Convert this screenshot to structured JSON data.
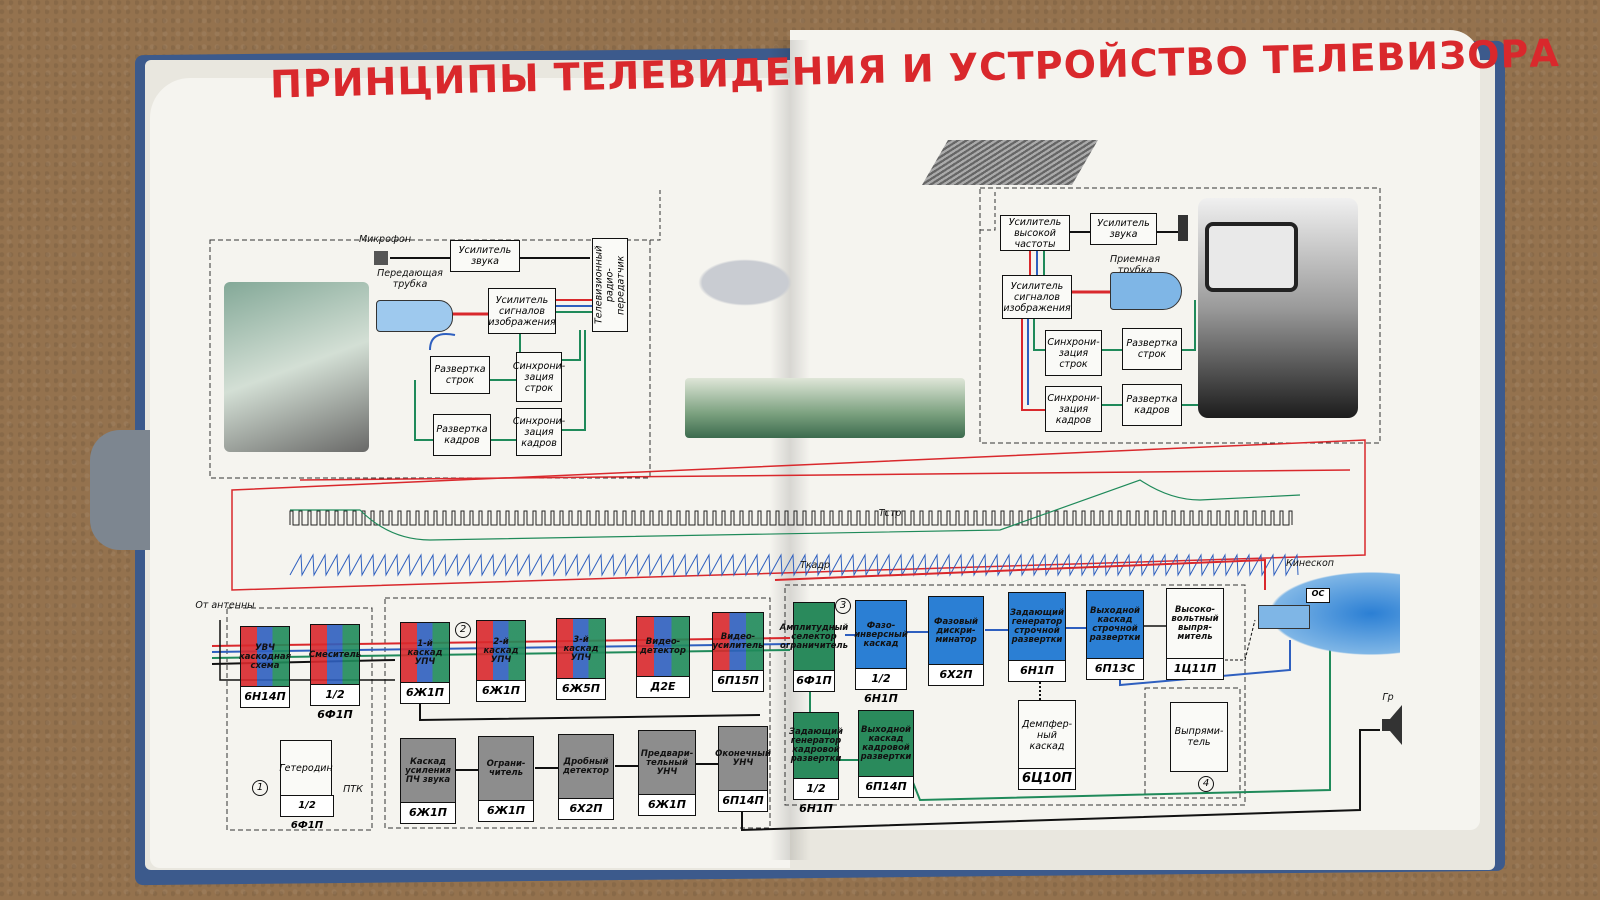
{
  "title": "ПРИНЦИПЫ ТЕЛЕВИДЕНИЯ И УСТРОЙСТВО ТЕЛЕВИЗОРА",
  "colors": {
    "red": "#d9282c",
    "blue": "#2e5fbf",
    "green": "#1f8a5a",
    "block_blue": "#2b7fd4",
    "block_green": "#2a8a5c",
    "block_gray": "#8d8d8d"
  },
  "transmitter": {
    "microphone": "Микрофон",
    "sound_amp": "Усилитель звука",
    "camera_tube": "Передающая трубка",
    "video_amp": "Усилитель сигналов изображения",
    "radio_tx": "Телевизионный радио-передатчик",
    "line_scan": "Развертка строк",
    "line_sync": "Синхрони-зация строк",
    "frame_scan": "Развертка кадров",
    "frame_sync": "Синхрони-зация кадров"
  },
  "receiver": {
    "hf_amp": "Усилитель высокой частоты",
    "sound_amp": "Усилитель звука",
    "video_amp": "Усилитель сигналов изображения",
    "picture_tube": "Приемная трубка",
    "line_sync": "Синхрони-зация строк",
    "line_scan": "Развертка строк",
    "frame_sync": "Синхрони-зация кадров",
    "frame_scan": "Развертка кадров"
  },
  "signal_labels": {
    "t_str": "Тстр",
    "t_kadr": "Ткадр"
  },
  "schematic": {
    "antenna_in": "От антенны",
    "kinescope": "Кинескоп",
    "speaker": "Гр",
    "os_label": "ОС",
    "ptk": "ПТК",
    "heterodyne": "Гетеродин",
    "heterodyne_tube": "1/2 6Ф1П",
    "top_stages": [
      {
        "name": "УВЧ каскодная схема",
        "tube": "6Н14П"
      },
      {
        "name": "Смеситель",
        "tube": "1/2 6Ф1П"
      },
      {
        "name": "1-й каскад УПЧ",
        "tube": "6Ж1П"
      },
      {
        "name": "2-й каскад УПЧ",
        "tube": "6Ж1П"
      },
      {
        "name": "3-й каскад УПЧ",
        "tube": "6Ж5П"
      },
      {
        "name": "Видео-детектор",
        "tube": "Д2Е"
      },
      {
        "name": "Видео-усилитель",
        "tube": "6П15П"
      }
    ],
    "sync_stages": [
      {
        "name": "Амплитудный селектор ограничитель",
        "tube": "6Ф1П"
      },
      {
        "name": "Фазо-инверсный каскад",
        "tube": "1/2 6Н1П"
      },
      {
        "name": "Фазовый дискри-минатор",
        "tube": "6Х2П"
      },
      {
        "name": "Задающий генератор строчной развертки",
        "tube": "6Н1П"
      },
      {
        "name": "Выходной каскад строчной развертки",
        "tube": "6П13С"
      },
      {
        "name": "Высоко-вольтный выпря-митель",
        "tube": "1Ц11П"
      }
    ],
    "sound_stages": [
      {
        "name": "Каскад усиления ПЧ звука",
        "tube": "6Ж1П"
      },
      {
        "name": "Ограни-читель",
        "tube": "6Ж1П"
      },
      {
        "name": "Дробный детектор",
        "tube": "6Х2П"
      },
      {
        "name": "Предвари-тельный УНЧ",
        "tube": "6Ж1П"
      },
      {
        "name": "Оконечный УНЧ",
        "tube": "6П14П"
      }
    ],
    "frame_stages": [
      {
        "name": "Задающий генератор кадровой развертки",
        "tube": "1/2 6Н1П"
      },
      {
        "name": "Выходной каскад кадровой развертки",
        "tube": "6П14П"
      }
    ],
    "damper": {
      "name": "Демпфер-ный каскад",
      "tube": "6Ц10П"
    },
    "rectifier": {
      "name": "Выпрями-тель"
    },
    "numbers": [
      "1",
      "2",
      "3",
      "4"
    ]
  }
}
